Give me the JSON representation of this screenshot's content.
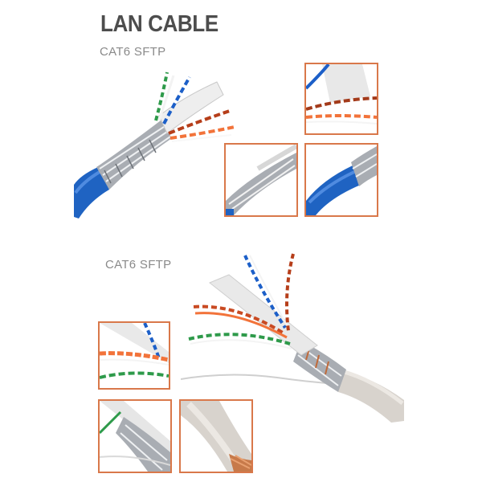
{
  "header": {
    "title": "LAN CABLE"
  },
  "section_top": {
    "subtitle": "CAT6 SFTP"
  },
  "section_bottom": {
    "subtitle": "CAT6 SFTP"
  },
  "colors": {
    "frame_border": "#d9784a",
    "blue_jacket": "#1f63c2",
    "grey_jacket": "#d8d3cd",
    "title_text": "#4d4d4d"
  },
  "images": [
    {
      "name": "blue-cable-main-photo"
    },
    {
      "name": "blue-cable-detail-pairs"
    },
    {
      "name": "blue-cable-detail-foil"
    },
    {
      "name": "blue-cable-detail-jacket"
    },
    {
      "name": "grey-cable-main-photo"
    },
    {
      "name": "grey-cable-detail-pairs"
    },
    {
      "name": "grey-cable-detail-foil"
    },
    {
      "name": "grey-cable-detail-jacket"
    }
  ]
}
